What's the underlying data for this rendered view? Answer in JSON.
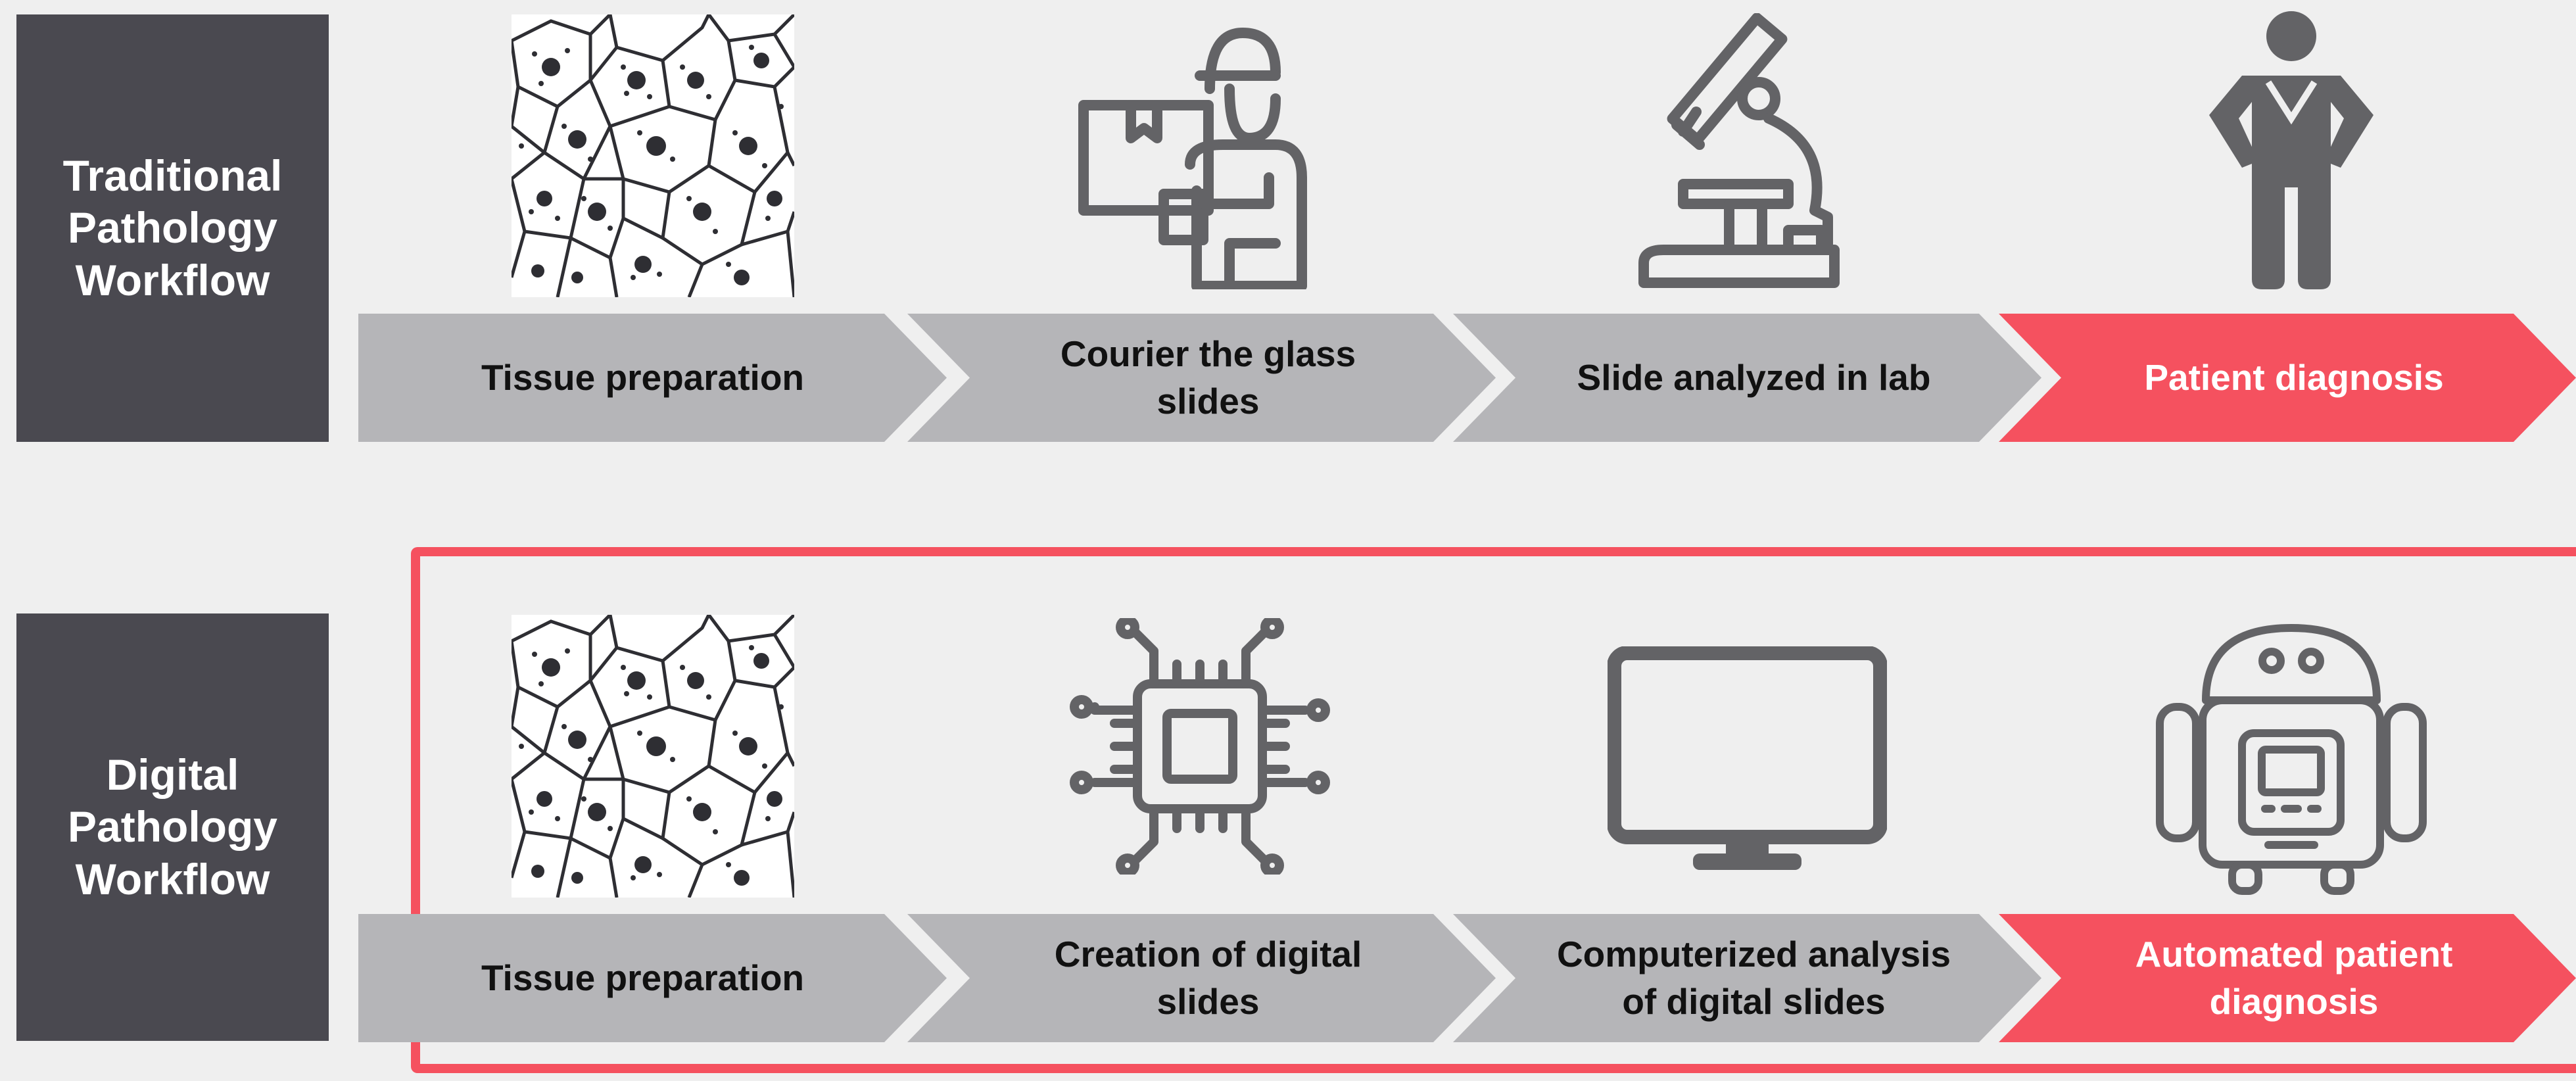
{
  "colors": {
    "background": "#efefef",
    "label_box": "#4a4950",
    "chevron_grey": "#b5b5b8",
    "accent_red": "#f5515f",
    "icon_grey": "#636366"
  },
  "traditional": {
    "title": "Traditional\nPathology\nWorkflow",
    "steps": [
      {
        "label": "Tissue preparation",
        "icon": "tissue-cells-icon"
      },
      {
        "label": "Courier the glass\nslides",
        "icon": "courier-icon"
      },
      {
        "label": "Slide analyzed in lab",
        "icon": "microscope-icon"
      },
      {
        "label": "Patient diagnosis",
        "icon": "doctor-icon"
      }
    ]
  },
  "digital": {
    "title": "Digital\nPathology\nWorkflow",
    "steps": [
      {
        "label": "Tissue preparation",
        "icon": "tissue-cells-icon"
      },
      {
        "label": "Creation of digital\nslides",
        "icon": "chip-icon"
      },
      {
        "label": "Computerized analysis\nof digital slides",
        "icon": "monitor-icon"
      },
      {
        "label": "Automated patient\ndiagnosis",
        "icon": "robot-icon"
      }
    ]
  }
}
